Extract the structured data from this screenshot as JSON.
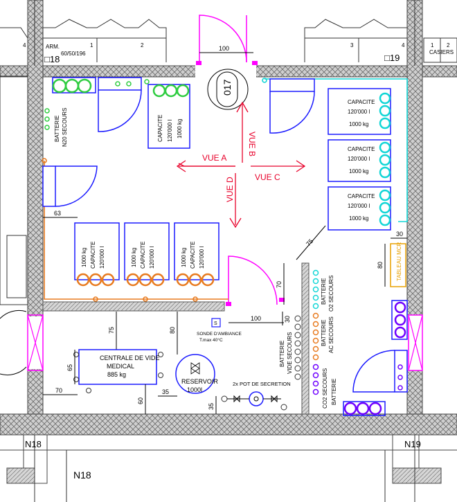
{
  "labels": {
    "arm": "ARM.",
    "arm_code": "60/50/196",
    "room_q18": "□18",
    "room_q19": "□19",
    "casiers": "CASIERS",
    "n_18a": "N18",
    "n_18b": "N18",
    "n_19": "N19",
    "num_4a": "4",
    "num_1a": "1",
    "num_2a": "2",
    "num_3b": "3",
    "num_4b": "4",
    "num_1c": "1",
    "num_2c": "2",
    "door_label": "017",
    "dim_100_top": "100",
    "dim_100_mid": "100",
    "dim_63": "63",
    "dim_75_diag": "75",
    "dim_70_mid": "70",
    "dim_30_a": "30",
    "dim_30_b": "30",
    "dim_80_a": "80",
    "dim_80_b": "80",
    "dim_75_b": "75",
    "dim_65": "65",
    "dim_70_bot": "70",
    "dim_35_a": "35",
    "dim_35_b": "35",
    "dim_60": "60",
    "vue_a": "VUE A",
    "vue_b": "VUE B",
    "vue_c": "VUE C",
    "vue_d": "VUE D",
    "batt_n20_1": "BATTERIE",
    "batt_n20_2": "N20 SECOURS",
    "cap_1": "CAPACITE",
    "cap_2": "120'000 l",
    "cap_3": "1000 kg",
    "centrale_1": "CENTRALE DE VIDE",
    "centrale_2": "MEDICAL",
    "centrale_3": "885 kg",
    "reservoir_1": "RESERVOIR",
    "reservoir_2": "1000l",
    "pot": "2x POT DE SECRETION",
    "sonde_1": "SONDE D'AMBIANCE",
    "sonde_2": "T.max 40°C",
    "sonde_icon": "S",
    "batt_vide_1": "BATTERIE",
    "batt_vide_2": "VIDE SECOURS",
    "batt_ac_1": "BATTERIE",
    "batt_ac_2": "AC SECOURS",
    "batt_o2_1": "BATTERIE",
    "batt_o2_2": "O2 SECOURS",
    "batt_co2_1": "BATTERIE",
    "batt_co2_2": "CO2 SECOURS",
    "tableau": "TABLEAU MCR"
  },
  "colors": {
    "wall": "#bdbdbd",
    "wall_hatch": "#555555",
    "door_pink": "#ff00ff",
    "red_arrow": "#e8002a",
    "green_gas": "#2ecc40",
    "cyan_gas": "#12d6d6",
    "orange_gas": "#e87a1e",
    "purple_gas": "#6f00ff",
    "blue_equipment": "#1a1aff",
    "tableau_border": "#e8a000"
  }
}
